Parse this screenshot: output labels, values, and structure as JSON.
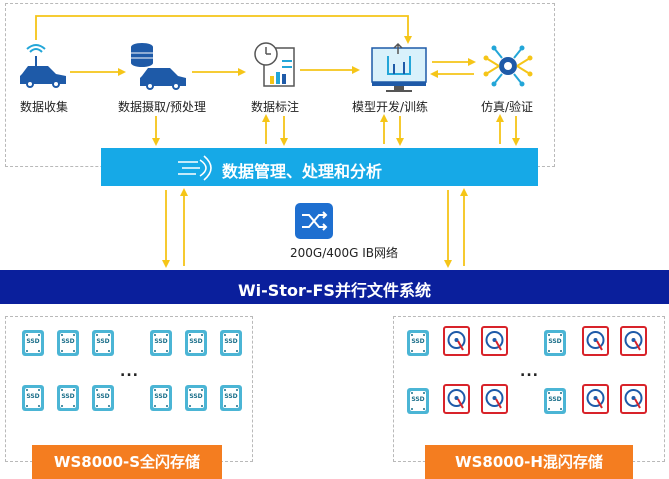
{
  "pipeline": {
    "steps": [
      {
        "label": "数据收集",
        "icon": "car-sensor-icon"
      },
      {
        "label": "数据摄取/预处理",
        "icon": "car-database-icon"
      },
      {
        "label": "数据标注",
        "icon": "clipboard-clock-icon"
      },
      {
        "label": "模型开发/训练",
        "icon": "model-dev-icon"
      },
      {
        "label": "仿真/验证",
        "icon": "ai-brain-icon"
      }
    ]
  },
  "data_mgmt": {
    "label": "数据管理、处理和分析",
    "icon": "data-stream-icon"
  },
  "network": {
    "label": "200G/400G IB网络",
    "icon": "ib-switch-icon"
  },
  "filesystem": {
    "label": "Wi-Stor-FS并行文件系统"
  },
  "storage": {
    "left": {
      "label": "WS8000-S全闪存储",
      "drive_text": "SSD",
      "ellipsis": "..."
    },
    "right": {
      "label": "WS8000-H混闪存储",
      "drive_text": "SSD",
      "ellipsis": "..."
    }
  },
  "colors": {
    "arrow": "#f5c518",
    "mgmt_band": "#16a9e7",
    "fs_band": "#0a1f9c",
    "storage_label": "#f47d20",
    "ssd": "#4bb5d5",
    "hdd": "#d8232a"
  }
}
